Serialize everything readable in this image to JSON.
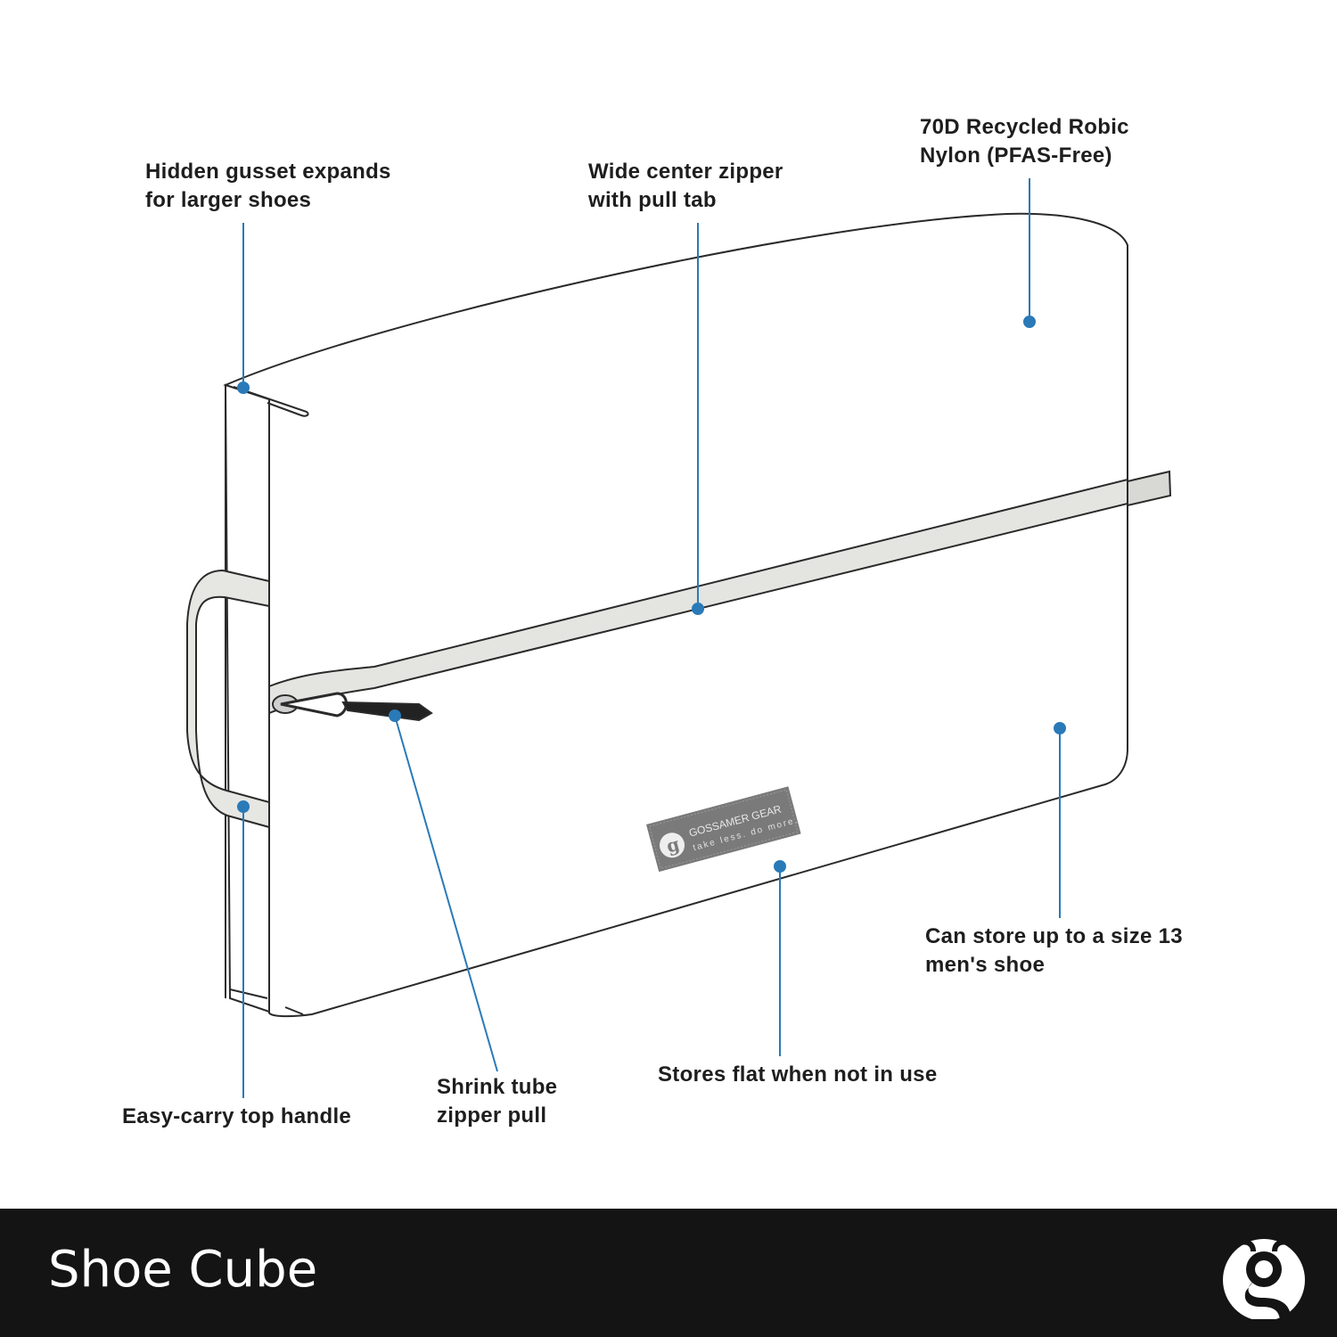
{
  "product": {
    "title": "Shoe Cube"
  },
  "brand_tag": {
    "name": "GOSSAMER GEAR",
    "tagline": "take less. do more."
  },
  "callouts": [
    {
      "id": "gusset",
      "lines": [
        "Hidden gusset expands",
        "for larger shoes"
      ]
    },
    {
      "id": "zipper",
      "lines": [
        "Wide center zipper",
        "with pull tab"
      ]
    },
    {
      "id": "fabric",
      "lines": [
        "70D Recycled Robic",
        "Nylon (PFAS-Free)"
      ]
    },
    {
      "id": "size",
      "lines": [
        "Can store up to a size 13",
        "men's shoe"
      ]
    },
    {
      "id": "flat",
      "lines": [
        "Stores flat when not in use"
      ]
    },
    {
      "id": "pull",
      "lines": [
        "Shrink tube",
        "zipper pull"
      ]
    },
    {
      "id": "handle",
      "lines": [
        "Easy-carry top handle"
      ]
    }
  ],
  "colors": {
    "accent": "#2a7ab8",
    "footer": "#141414",
    "zipper": "#e4e4e1",
    "tag": "#7a7a7a"
  }
}
